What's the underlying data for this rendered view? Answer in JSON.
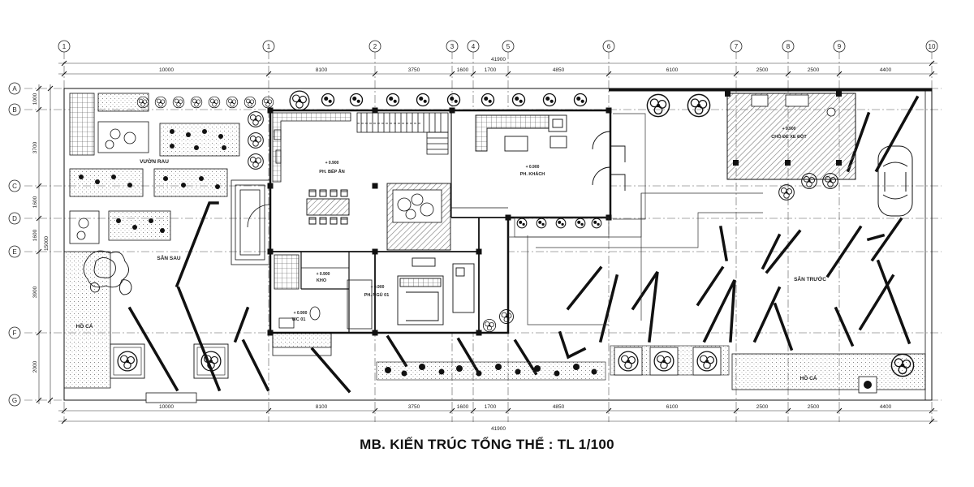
{
  "title": "MB. KIẾN TRÚC TỔNG THỂ : TL 1/100",
  "grid": {
    "columns": [
      "1",
      "1",
      "2",
      "3",
      "4",
      "5",
      "6",
      "7",
      "8",
      "9",
      "10"
    ],
    "rows": [
      "A",
      "B",
      "C",
      "D",
      "E",
      "F",
      "G"
    ]
  },
  "dimensions": {
    "top_total": "41900",
    "bottom_total": "41900",
    "horizontal": [
      "10000",
      "8100",
      "3750",
      "1600",
      "1700",
      "4850",
      "6100",
      "2500",
      "2500",
      "4400"
    ],
    "vertical": [
      "1000",
      "3700",
      "1600",
      "1600",
      "3900",
      "2000"
    ],
    "vertical_total": "15000"
  },
  "rooms": {
    "kitchen": "PH. BẾP ĂN",
    "living": "PH. KHÁCH",
    "bedroom": "PH. NGỦ 01",
    "wc": "WC 01",
    "storage": "KHO",
    "parking": "CHỖ ĐỂ XE ĐỘT",
    "level": "+ 0.900"
  },
  "zones": {
    "vegetable_garden": "VƯỜN RAU",
    "back_yard": "SÂN SAU",
    "front_yard": "SÂN TRƯỚC",
    "fish_pond_left": "HỒ CÁ",
    "fish_pond_right": "HỒ CÁ"
  }
}
